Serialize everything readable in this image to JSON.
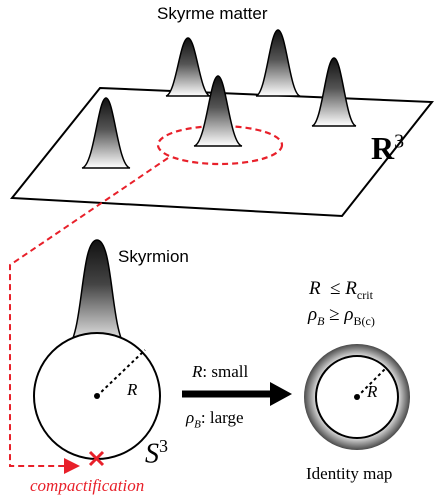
{
  "labels": {
    "skyrme_matter": "Skyrme matter",
    "space_R3_base": "R",
    "space_R3_exp": "3",
    "skyrmion": "Skyrmion",
    "radius_left": "R",
    "radius_right": "R",
    "sphere_base": "S",
    "sphere_exp": "3",
    "compactification": "compactification",
    "arrow_top_var": "R",
    "arrow_top_text": ": small",
    "arrow_bottom_var": "ρ",
    "arrow_bottom_sub": "B",
    "arrow_bottom_text": ": large",
    "cond1_lhs": "R",
    "cond1_op": "≤",
    "cond1_rhs": "R",
    "cond1_rhs_sub": "crit",
    "cond2_lhs": "ρ",
    "cond2_lhs_sub": "B",
    "cond2_op": "≥",
    "cond2_rhs": "ρ",
    "cond2_rhs_sub": "B(c)",
    "identity_map": "Identity map"
  },
  "colors": {
    "accent": "#e8202a",
    "ink": "#000000",
    "ring_dark": "#4a4a4a",
    "ring_light": "#f2f2f2"
  },
  "icons": {
    "compact_point": "cross-mark-icon"
  }
}
